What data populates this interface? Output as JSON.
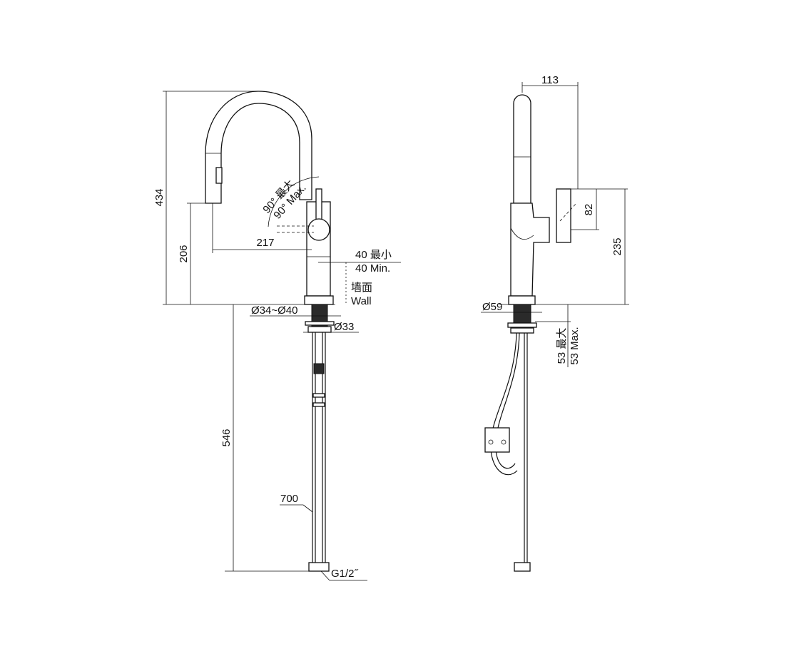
{
  "front_view": {
    "height_total": "434",
    "spout_height": "206",
    "spout_reach": "217",
    "rotation_cn": "90° 最大",
    "rotation_en": "90° Max.",
    "wall_min_cn": "40 最小",
    "wall_min_en": "40 Min.",
    "wall_cn": "墙面",
    "wall_en": "Wall",
    "hole_diameter": "Ø34~Ø40",
    "shank_diameter": "Ø33",
    "hose_length_below": "546",
    "hose_length": "700",
    "thread": "G1/2˝"
  },
  "side_view": {
    "head_offset": "113",
    "handle_height": "82",
    "handle_base_height": "235",
    "base_diameter": "Ø59",
    "deck_max_cn": "53 最大",
    "deck_max_en": "53 Max."
  },
  "colors": {
    "line": "#111111",
    "accent_cn": "#8b1a4a"
  }
}
